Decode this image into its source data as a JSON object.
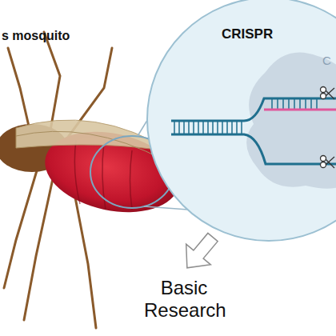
{
  "diagram": {
    "nodes": [
      {
        "text": [
          "CRISPR"
        ]
      },
      {
        "text": [
          "C"
        ],
        "in": 0
      }
    ],
    "labels": [
      "s mosquito",
      "Basic Research"
    ]
  }
}
